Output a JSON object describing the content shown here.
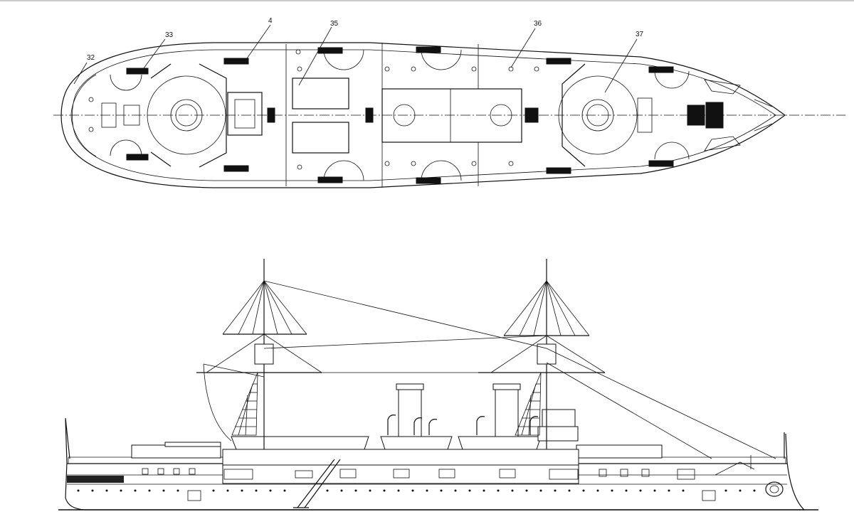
{
  "plan_view": {
    "callouts": [
      "32",
      "33",
      "4",
      "35",
      "36",
      "37"
    ]
  },
  "profile_view": {
    "nameplate_text": ""
  }
}
